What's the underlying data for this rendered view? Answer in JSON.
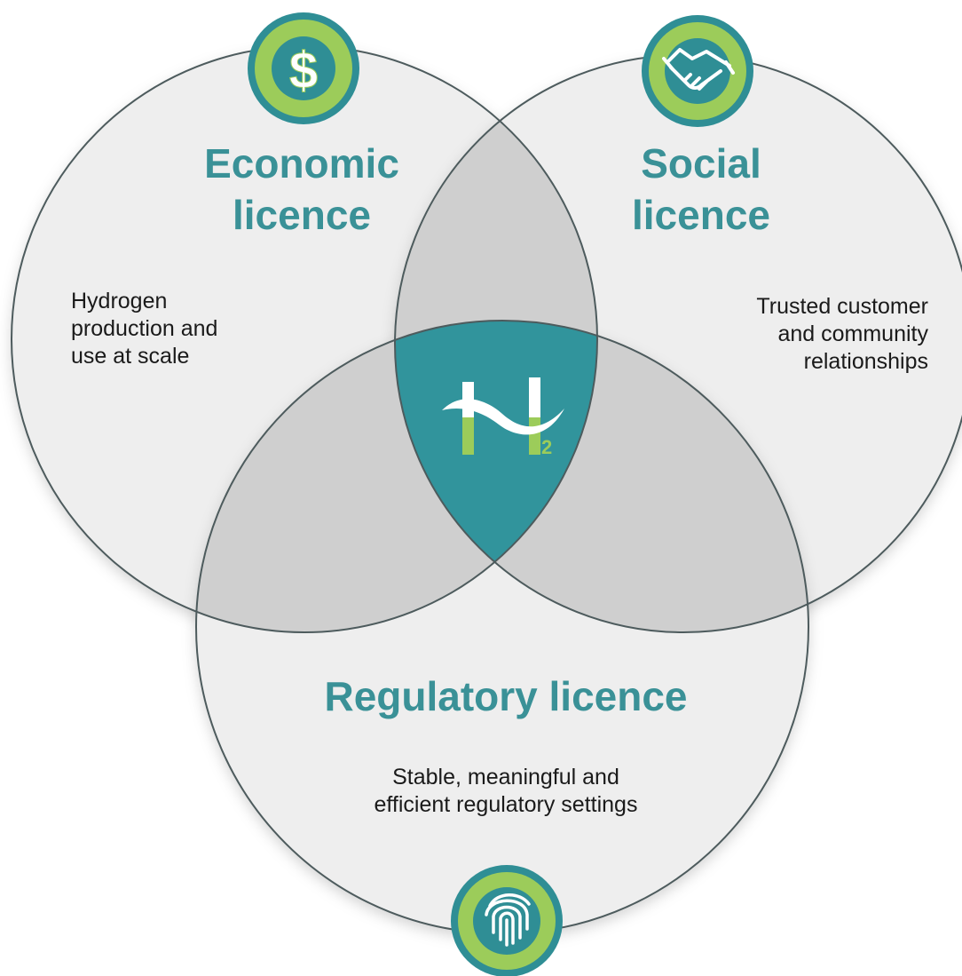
{
  "colors": {
    "circle_fill": "#eeeeee",
    "overlap_fill": "#cfcfcf",
    "center_fill": "#31949c",
    "circle_stroke": "#4d5b5d",
    "title_color": "#3a9197",
    "icon_badge_fill": "#9ccc5a",
    "icon_badge_ring": "#2f8e95",
    "icon_inner_fill": "#2f8e95",
    "h2_mark_white": "#ffffff",
    "h2_mark_green": "#9ccc5a",
    "text_color": "#1a1a1a"
  },
  "economic": {
    "title_line1": "Economic",
    "title_line2": "licence",
    "desc_lines": [
      "Hydrogen",
      "production and",
      "use at scale"
    ],
    "icon": "dollar-icon",
    "icon_glyph": "$"
  },
  "social": {
    "title_line1": "Social",
    "title_line2": "licence",
    "desc_lines": [
      "Trusted customer",
      "and community",
      "relationships"
    ],
    "icon": "handshake-icon"
  },
  "regulatory": {
    "title": "Regulatory licence",
    "desc_lines": [
      "Stable, meaningful and",
      "efficient regulatory settings"
    ],
    "icon": "fingerprint-icon"
  },
  "center": {
    "icon": "h2-logo-icon",
    "subscript": "2"
  }
}
